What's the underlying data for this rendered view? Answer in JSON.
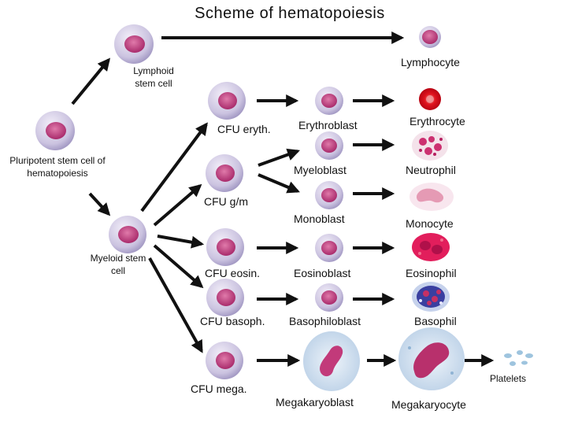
{
  "title": "Scheme of hematopoiesis",
  "labels": {
    "pluripotent": "Pluripotent stem cell of hematopoiesis",
    "lymphoid": "Lymphoid stem cell",
    "myeloid": "Myeloid stem cell",
    "lymphocyte": "Lymphocyte",
    "cfu_eryth": "CFU eryth.",
    "erythroblast": "Erythroblast",
    "erythrocyte": "Erythrocyte",
    "cfu_gm": "CFU g/m",
    "myeloblast": "Myeloblast",
    "neutrophil": "Neutrophil",
    "monoblast": "Monoblast",
    "monocyte": "Monocyte",
    "cfu_eosin": "CFU eosin.",
    "eosinoblast": "Eosinoblast",
    "eosinophil": "Eosinophil",
    "cfu_basoph": "CFU basoph.",
    "basophiloblast": "Basophiloblast",
    "basophil": "Basophil",
    "cfu_mega": "CFU mega.",
    "megakaryoblast": "Megakaryoblast",
    "megakaryocyte": "Megakaryocyte",
    "platelets": "Platelets"
  },
  "colors": {
    "arrow": "#111111",
    "cell_membrane": "#c9c2de",
    "cell_nucleus": "#c23a7a",
    "erythrocyte": "#e0141e",
    "neutrophil": "#cc3070",
    "monocyte": "#e59ab4",
    "eosinophil": "#e21e5c",
    "basophil": "#3a3fa0",
    "mega_cytoplasm": "#c8dbee",
    "platelet": "#9ec4de"
  }
}
